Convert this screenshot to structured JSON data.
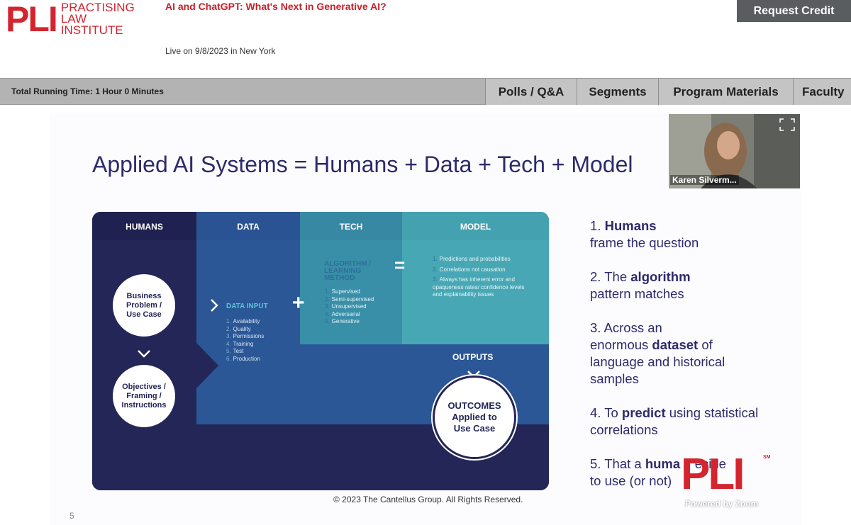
{
  "header": {
    "logo_mark": "PLI",
    "logo_lines": [
      "PRACTISING",
      "LAW",
      "INSTITUTE"
    ],
    "event_title": "AI and ChatGPT: What's Next in Generative AI?",
    "event_subtitle": "Live on 9/8/2023 in New York",
    "request_credit": "Request Credit"
  },
  "navbar": {
    "running_time": "Total Running Time: 1 Hour 0 Minutes",
    "tabs": [
      "Polls / Q&A",
      "Segments",
      "Program Materials",
      "Faculty"
    ]
  },
  "slide": {
    "title": "Applied AI Systems = Humans + Data + Tech + Model",
    "columns": [
      "HUMANS",
      "DATA",
      "TECH",
      "MODEL"
    ],
    "humans_bubble_1": [
      "Business",
      "Problem /",
      "Use Case"
    ],
    "humans_bubble_2": [
      "Objectives /",
      "Framing /",
      "Instructions"
    ],
    "data_input_label": "DATA INPUT",
    "data_items": [
      "Availability",
      "Quality",
      "Permissions",
      "Training",
      "Test",
      "Production"
    ],
    "algo_label": [
      "ALGORITHM /",
      "LEARNING",
      "METHOD"
    ],
    "algo_items": [
      "Supervised",
      "Semi-supervised",
      "Unsupervised",
      "Adversarial",
      "Generative"
    ],
    "model_items": [
      "Predictions and probabilities",
      "Correlations not causation",
      "Always has inherent error and opaqueness rates/ confidence levels and explainability issues"
    ],
    "outputs_label": "OUTPUTS",
    "outcomes_bubble": [
      "OUTCOMES",
      "Applied to",
      "Use Case"
    ],
    "caption": "© 2023 The Cantellus Group. All Rights Reserved.",
    "page_number": "5",
    "right_points": [
      {
        "n": "1.",
        "bold": "Humans",
        "line2": "frame the question"
      },
      {
        "n": "2. The",
        "bold": "algorithm",
        "line2": "pattern matches"
      },
      {
        "n": "3. Across an",
        "pre": "enormous",
        "bold": "dataset",
        "post": "of",
        "line2": "language and historical",
        "line3": "samples"
      },
      {
        "n": "4. To",
        "bold": "predict",
        "post": "using statistical",
        "line2": "correlations"
      },
      {
        "n": "5. That a",
        "bold": "huma",
        "post": "    ecide",
        "line2": "to use (or not)"
      }
    ]
  },
  "video": {
    "participant_name": "Karen Silverm..."
  },
  "watermark": {
    "text": "PLI",
    "sm": "SM",
    "powered": "Powered by Zoom"
  },
  "colors": {
    "brand_red": "#d4252f",
    "navy": "#232656",
    "blue": "#2b5797",
    "teal": "#3a8fa8",
    "teal_light": "#48a7b5"
  }
}
